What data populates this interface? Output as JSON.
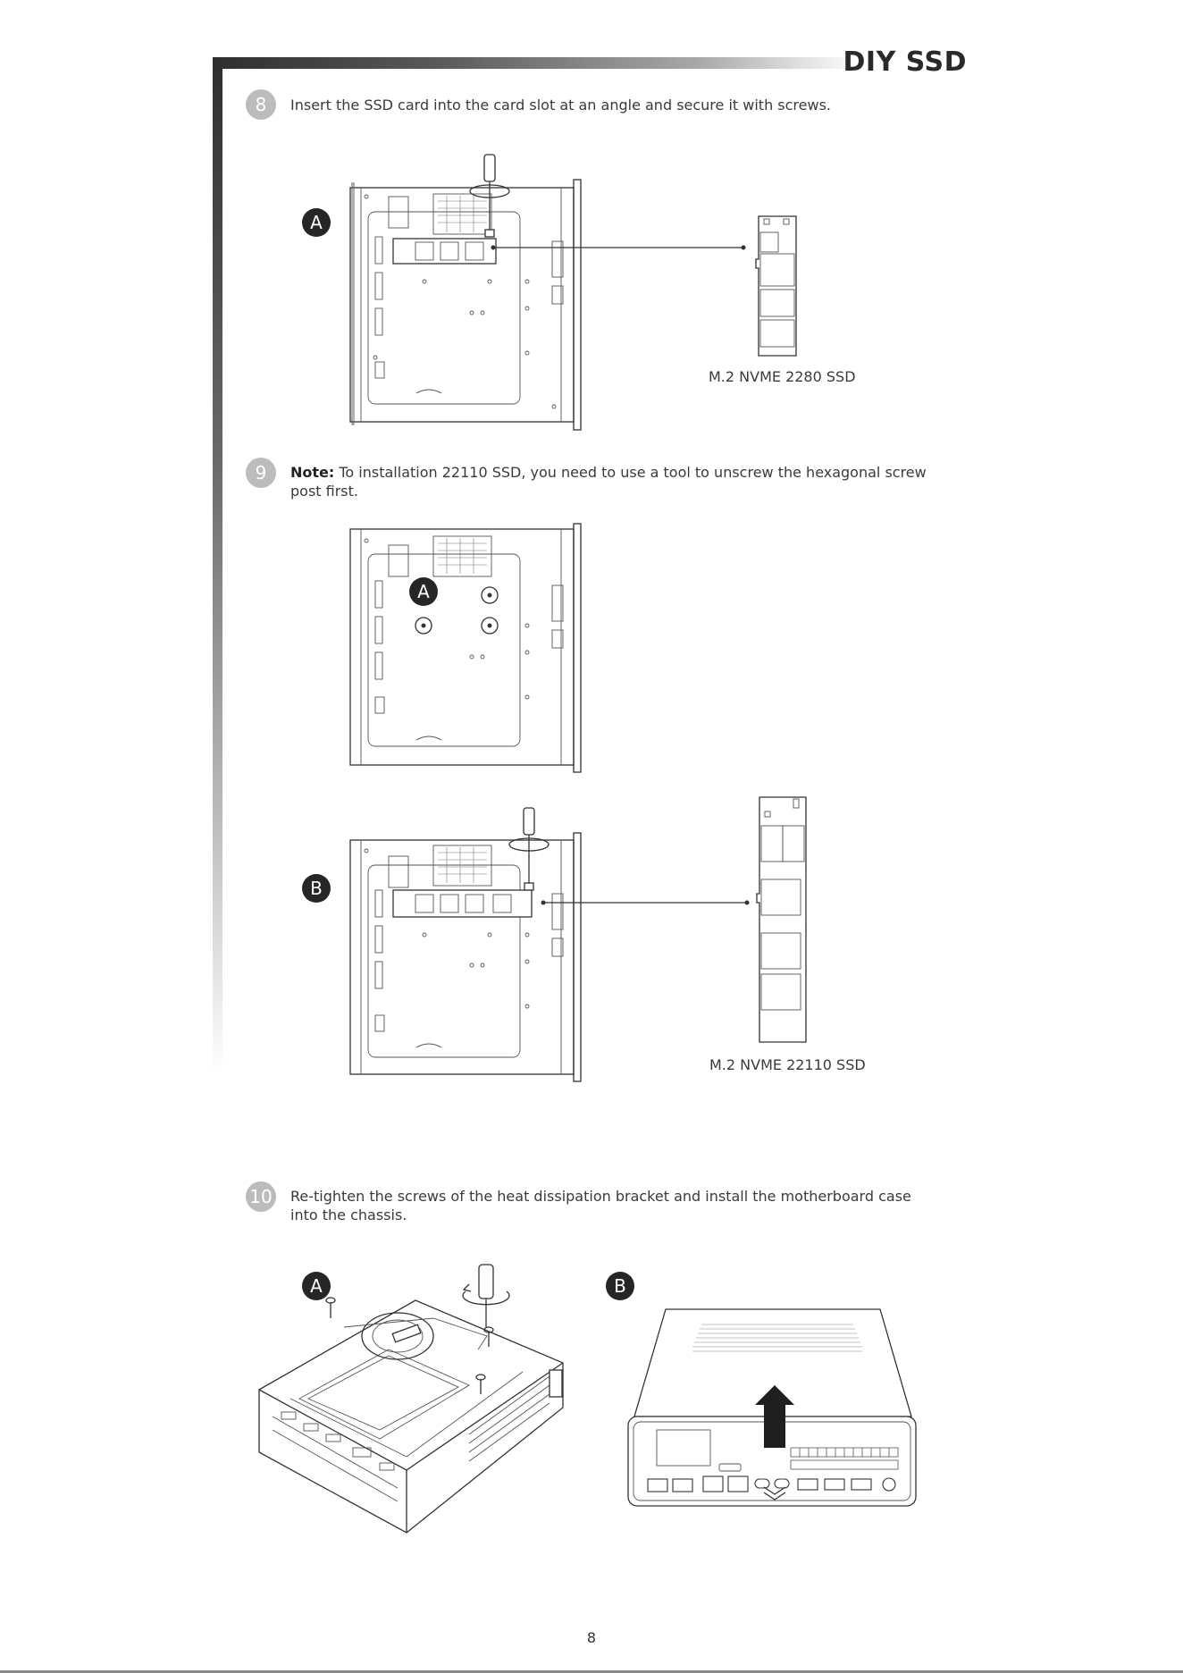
{
  "header": {
    "title": "DIY SSD"
  },
  "steps": [
    {
      "number": "8",
      "text": "Insert the SSD card into the card slot at an angle and secure it with screws."
    },
    {
      "number": "9",
      "note_label": "Note:",
      "text": " To installation 22110 SSD, you need to use a tool to unscrew the hexagonal screw post first."
    },
    {
      "number": "10",
      "text": "Re-tighten the screws of the heat dissipation bracket and install the motherboard case into the chassis."
    }
  ],
  "badges": {
    "a": "A",
    "b": "B"
  },
  "captions": {
    "ssd_2280": "M.2 NVME 2280 SSD",
    "ssd_22110": "M.2 NVME 22110 SSD"
  },
  "page_number": "8"
}
